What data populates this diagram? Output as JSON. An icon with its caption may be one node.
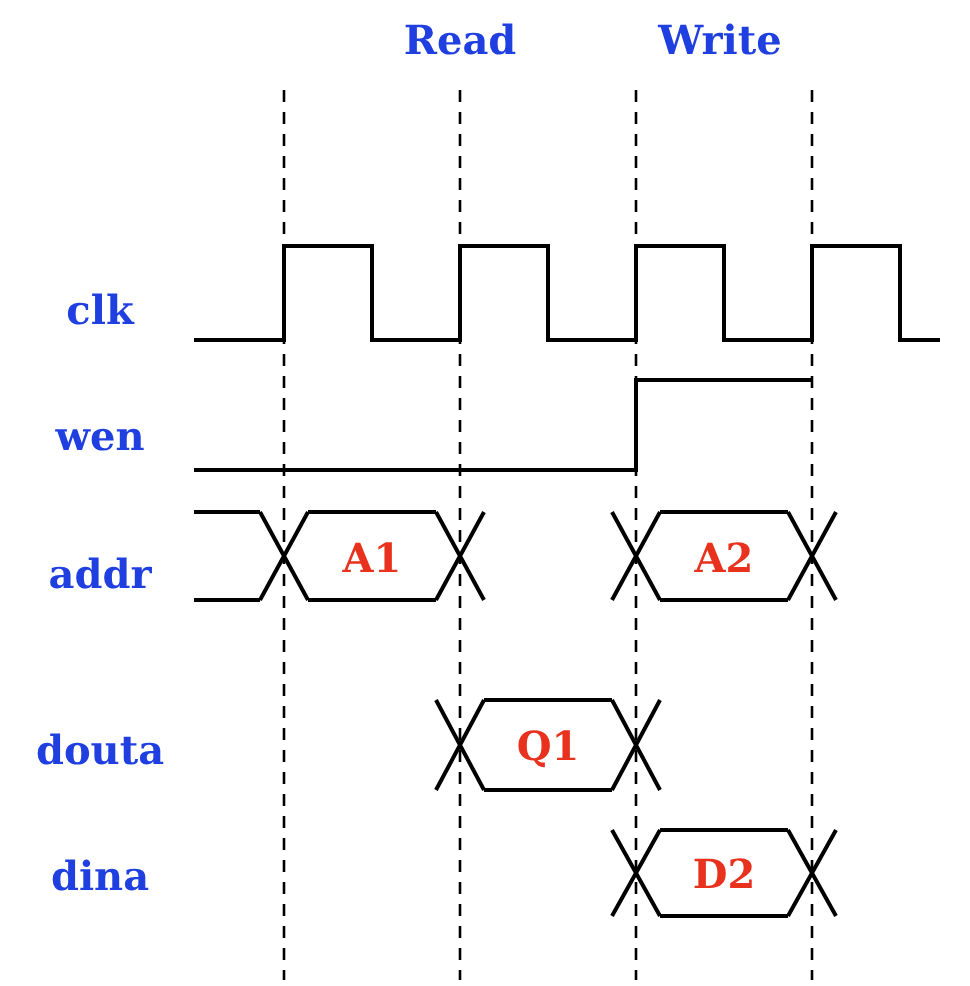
{
  "diagram": {
    "labels": [
      "Read",
      "Write",
      "clk",
      "wen",
      "addr",
      "douta",
      "dina",
      "A1",
      "A2",
      "Q1",
      "D2"
    ]
  }
}
